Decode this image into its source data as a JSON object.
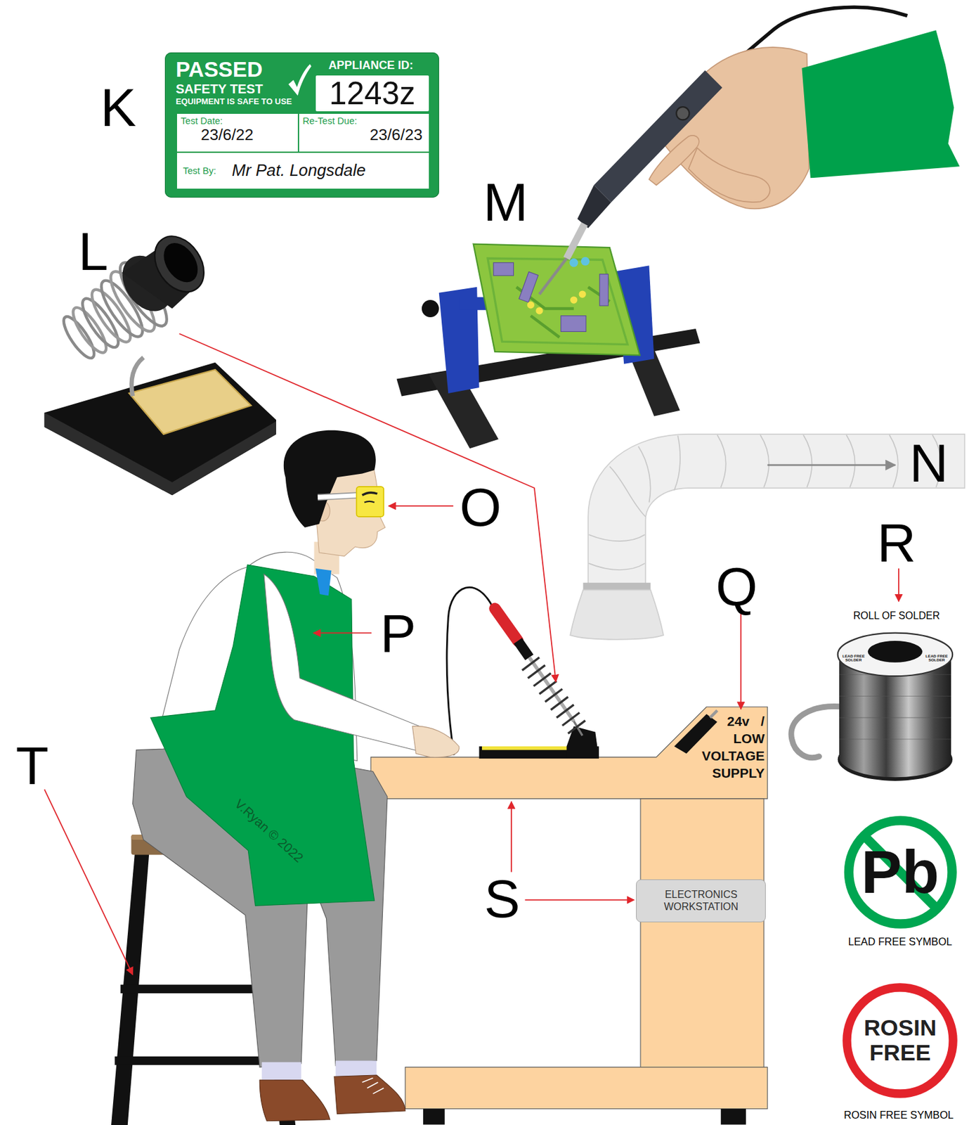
{
  "diagram": {
    "nodes": [
      {
        "text": [
          "PASSED",
          "SAFETY TEST",
          "EQUIPMENT IS SAFE TO USE"
        ]
      },
      {
        "text": [
          "APPLIANCE ID:",
          "1243z"
        ],
        "in": 0
      },
      {
        "text": [
          "Test Date:",
          "23/6/22"
        ],
        "in": 0
      },
      {
        "text": [
          "Re-Test Due:",
          "23/6/23"
        ],
        "in": 0
      },
      {
        "text": [
          "Test By:",
          "Mr Pat. Longsdale"
        ],
        "in": 0
      },
      {
        "text": [
          "ELECTRONICS WORKSTATION"
        ]
      },
      {
        "text": [
          "Pb"
        ]
      },
      {
        "text": [
          "ROSIN FREE"
        ]
      }
    ],
    "labels": [
      "K",
      "L",
      "M",
      "N",
      "O",
      "R",
      "ROLL OF SOLDER",
      "LEAD FREE SOLDER",
      "LEAD FREE SOLDER",
      "Q",
      "P",
      "T",
      "24v / LOW VOLTAGE SUPPLY",
      "V.Ryan © 2022",
      "S",
      "LEAD FREE SYMBOL",
      "ROSIN FREE SYMBOL"
    ]
  }
}
